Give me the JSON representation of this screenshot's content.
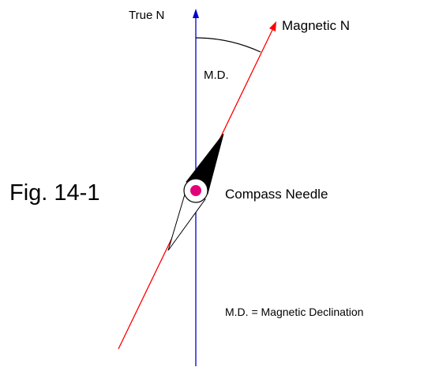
{
  "figure": {
    "labels": {
      "true_north": "True N",
      "magnetic_north": "Magnetic N",
      "angle": "M.D.",
      "figure_number": "Fig. 14-1",
      "needle": "Compass Needle",
      "legend": "M.D. = Magnetic Declination"
    },
    "colors": {
      "true_north_line": "#0000cc",
      "magnetic_north_line": "#ff0000",
      "needle_tip": "#000000",
      "pivot": "#e0007a",
      "text": "#000000"
    }
  }
}
